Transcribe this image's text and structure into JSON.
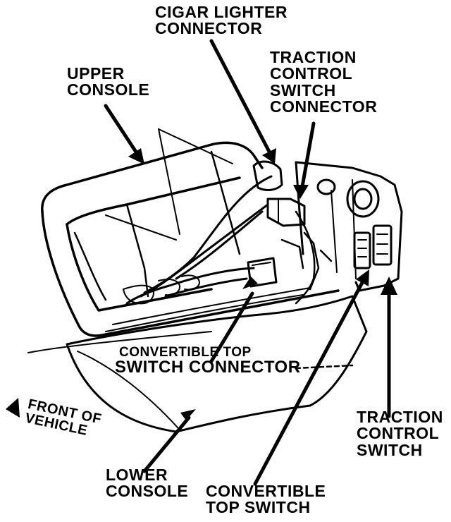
{
  "labels": {
    "cigar_lighter": [
      "CIGAR LIGHTER",
      "CONNECTOR"
    ],
    "upper_console": [
      "UPPER",
      "CONSOLE"
    ],
    "traction_connector": [
      "TRACTION",
      "CONTROL",
      "SWITCH",
      "CONNECTOR"
    ],
    "convertible_connector": [
      "CONVERTIBLE TOP",
      "SWITCH CONNECTOR"
    ],
    "front_of_vehicle": [
      "FRONT OF",
      "VEHICLE"
    ],
    "traction_switch": [
      "TRACTION",
      "CONTROL",
      "SWITCH"
    ],
    "lower_console": [
      "LOWER",
      "CONSOLE"
    ],
    "convertible_switch": [
      "CONVERTIBLE",
      "TOP SWITCH"
    ]
  },
  "colors": {
    "ink": "#000000",
    "paper": "#ffffff"
  }
}
